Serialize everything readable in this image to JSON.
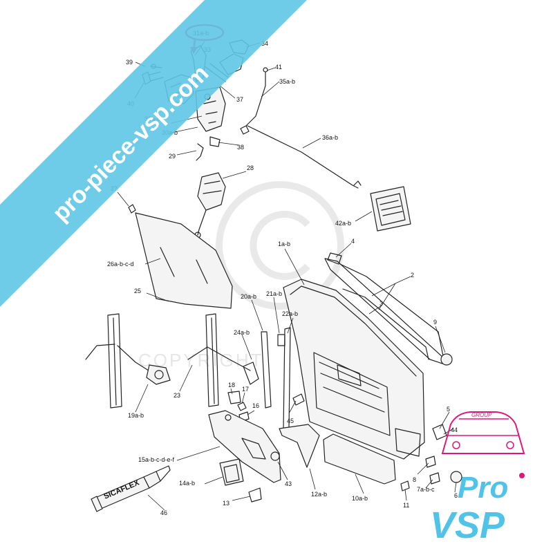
{
  "watermark": {
    "banner_text": "pro-piece-vsp.com",
    "copyright_text": "COPYRIGHT",
    "banner_color": "#5fc6e6"
  },
  "logo": {
    "group_text": "GROUP",
    "brand_top": "Pro",
    "brand_bottom": "VSP",
    "brand_color": "#4fc3e8",
    "accent_color": "#e2167a"
  },
  "sealant_tube_text": "SICAFLEX",
  "highlight_color": "#e2167a",
  "labels": {
    "l31": "31a-b",
    "l33": "33",
    "l34": "34",
    "l39": "39",
    "l40": "40",
    "l41": "41",
    "l35": "35a-b",
    "l37": "37",
    "l32": "32a-b",
    "l30": "30a-b",
    "l36": "36a-b",
    "l29": "29",
    "l38": "38",
    "l28": "28",
    "l27": "27",
    "l42": "42a-b",
    "l1": "1a-b",
    "l4": "4",
    "l26": "26a-b-c-d",
    "l2": "2",
    "l25": "25",
    "l3": "3",
    "l20": "20a-b",
    "l21": "21a-b",
    "l22": "22a-b",
    "l9": "9",
    "l24": "24a-b",
    "l23": "23",
    "l18": "18",
    "l17": "17",
    "l16": "16",
    "l19": "19a-b",
    "l45": "45",
    "l5": "5",
    "l44": "44",
    "l15": "15a-b-c-d-e-f",
    "l8": "8",
    "l7": "7a-b-c",
    "l6": "6",
    "l14": "14a-b",
    "l43": "43",
    "l12": "12a-b",
    "l10": "10a-b",
    "l11": "11",
    "l13": "13",
    "l46": "46"
  }
}
